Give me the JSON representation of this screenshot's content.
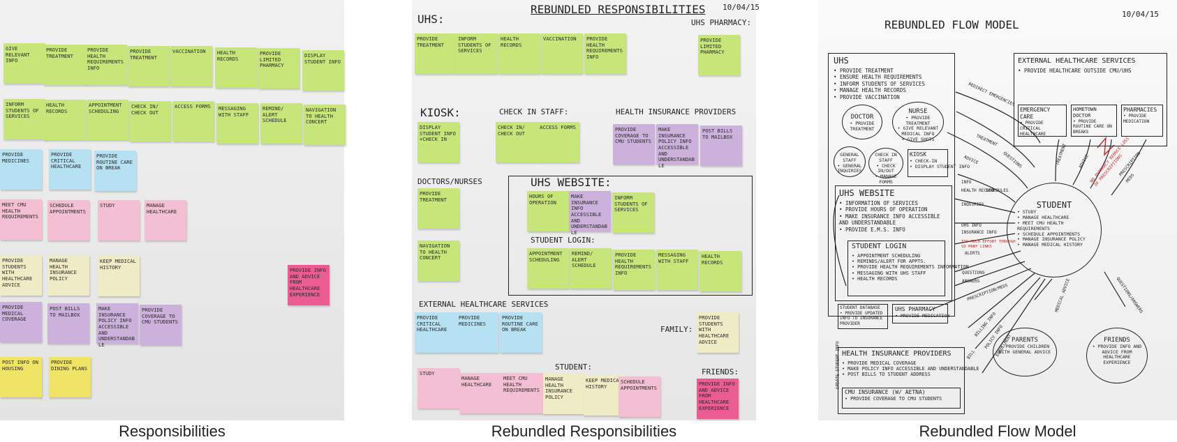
{
  "captions": {
    "left": "Responsibilities",
    "middle": "Rebundled Responsibilities",
    "right": "Rebundled Flow Model"
  },
  "colors": {
    "green": "#c6e67a",
    "blue": "#b5e1f2",
    "pink": "#f4bfd2",
    "cream": "#efebc4",
    "purple": "#cbb1db",
    "yellow": "#efe465",
    "magenta": "#ea5c92"
  },
  "panel1": {
    "notes": [
      "Give relevant info",
      "Provide treatment",
      "Provide health requirements info",
      "Provide treatment",
      "Vaccination",
      "Health records",
      "Provide limited pharmacy",
      "Display student info",
      "Inform students of services",
      "Health records",
      "Appointment scheduling",
      "Check in/ check out",
      "Access forms",
      "Messaging with staff",
      "Remind/ alert schedule",
      "Navigation to health concert",
      "Provide medicines",
      "Provide critical healthcare",
      "Provide routine care on break",
      "Meet CMU health requirements",
      "Schedule appointments",
      "Study",
      "Manage healthcare",
      "Provide students with healthcare advice",
      "Manage health insurance policy",
      "Keep medical history",
      "Provide info and advice from healthcare experience",
      "Provide medical coverage",
      "Post bills to mailbox",
      "Make insurance policy info accessible and understandable",
      "Provide coverage to CMU students",
      "Post info on housing",
      "Provide dining plans"
    ]
  },
  "panel2": {
    "title": "Rebundled Responsibilities",
    "date": "10/04/15",
    "sections": {
      "uhs": "UHS:",
      "uhs_pharmacy": "UHS Pharmacy:",
      "kiosk": "Kiosk:",
      "check_in_staff": "Check in staff:",
      "health_insurance_providers": "Health insurance providers",
      "doctors_nurses": "Doctors/Nurses",
      "uhs_website": "UHS Website:",
      "student_login": "Student Login:",
      "external_healthcare_services": "External healthcare services",
      "family": "Family:",
      "student": "Student:",
      "friends": "Friends:"
    },
    "notes": [
      "Provide treatment",
      "Inform students of services",
      "Health records",
      "Vaccination",
      "Provide health requirements info",
      "Provide limited pharmacy",
      "Display student info +check in",
      "Check in/ check out",
      "Access forms",
      "Provide coverage to CMU students",
      "Make insurance policy info accessible and understandable",
      "Post bills to mailbox",
      "Provide treatment",
      "Navigation to health concert",
      "Hours of operation",
      "Make insurance info accessible and understandable",
      "Inform students of services",
      "Appointment scheduling",
      "Remind/ alert schedule",
      "Provide health requirements info",
      "Messaging with staff",
      "Health records",
      "Provide critical healthcare",
      "Provide medicines",
      "Provide routine care on break",
      "Provide students with healthcare advice",
      "Study",
      "Manage healthcare",
      "Meet CMU health requirements",
      "Manage health insurance policy",
      "Keep medical history",
      "Schedule appointments",
      "Provide info and advice from healthcare experience"
    ]
  },
  "panel3": {
    "title": "Rebundled Flow Model",
    "date": "10/04/15",
    "uhs": {
      "title": "UHS",
      "items": [
        "• Provide treatment",
        "• Ensure health requirements",
        "• Inform students of services",
        "• Manage health records",
        "• Provide vaccination"
      ]
    },
    "doctor": {
      "title": "Doctor",
      "items": [
        "• Provide treatment"
      ]
    },
    "nurse": {
      "title": "Nurse",
      "items": [
        "• Provide treatment",
        "• Give relevant medical info",
        "• Give shots"
      ]
    },
    "general_staff": {
      "title": "General staff",
      "items": [
        "• General inquiries"
      ]
    },
    "check_in_staff": {
      "title": "Check in staff",
      "items": [
        "• Check in/out",
        "• Manage forms"
      ]
    },
    "kiosk": {
      "title": "Kiosk",
      "items": [
        "• Check-in",
        "• Display student info"
      ]
    },
    "external": {
      "title": "External Healthcare Services",
      "items": [
        "• Provide healthcare outside CMU/UHS"
      ]
    },
    "emergency_care": {
      "title": "Emergency care",
      "items": [
        "• Provide critical healthcare"
      ]
    },
    "hometown_doctor": {
      "title": "Hometown doctor",
      "items": [
        "• Provide routine care on breaks"
      ]
    },
    "pharmacies": {
      "title": "Pharmacies",
      "items": [
        "• Provide medication"
      ]
    },
    "website": {
      "title": "UHS Website",
      "items": [
        "• Information of services",
        "• Provide hours of operation",
        "• Make insurance info accessible",
        "  and understandable",
        "• Provide E.M.S. info"
      ]
    },
    "student_login": {
      "title": "Student Login",
      "items": [
        "• Appointment scheduling",
        "• Reminds/alert for appts.",
        "• Provide health requirements information",
        "• Messaging with UHS staff",
        "• Health records"
      ]
    },
    "student_database": {
      "title": "Student database",
      "items": [
        "• Provide updated info to insurance provider"
      ]
    },
    "uhs_pharmacy": {
      "title": "UHS Pharmacy",
      "items": [
        "• Provide medication"
      ]
    },
    "insurance": {
      "title": "Health Insurance Providers",
      "items": [
        "• Provide medical coverage",
        "• Make policy info accessible and understandable",
        "• Post bills to student address"
      ]
    },
    "cmu_insurance": {
      "title": "CMU Insurance (w/ Aetna)",
      "items": [
        "• Provide coverage to CMU students"
      ]
    },
    "student": {
      "title": "Student",
      "items": [
        "• Study",
        "• Manage healthcare",
        "• Meet CMU health requirements",
        "• Schedule appointments",
        "• Manage insurance policy",
        "• Manage medical history"
      ]
    },
    "parents": {
      "title": "Parents",
      "items": [
        "• Provide children with general advice"
      ]
    },
    "friends": {
      "title": "Friends",
      "items": [
        "• Provide info and advice from healthcare experience"
      ]
    },
    "flow_labels": [
      "Redirect emergencies",
      "Treatment",
      "Advice",
      "Questions",
      "Info",
      "Inquiries",
      "Health record",
      "Schedules",
      "UHS info",
      "Insurance info",
      "Alerts",
      "Questions",
      "Answers",
      "Prescription/meds",
      "Billing info",
      "Policy info",
      "Enrollment",
      "Medical advice",
      "Treatment",
      "Advice",
      "Prescription",
      "Meds",
      "Questions/answers",
      "Update student info",
      "Bill"
    ],
    "red_notes": [
      "no pharmacy reduce loss of prescriptions",
      "too much effort through so many links"
    ]
  }
}
